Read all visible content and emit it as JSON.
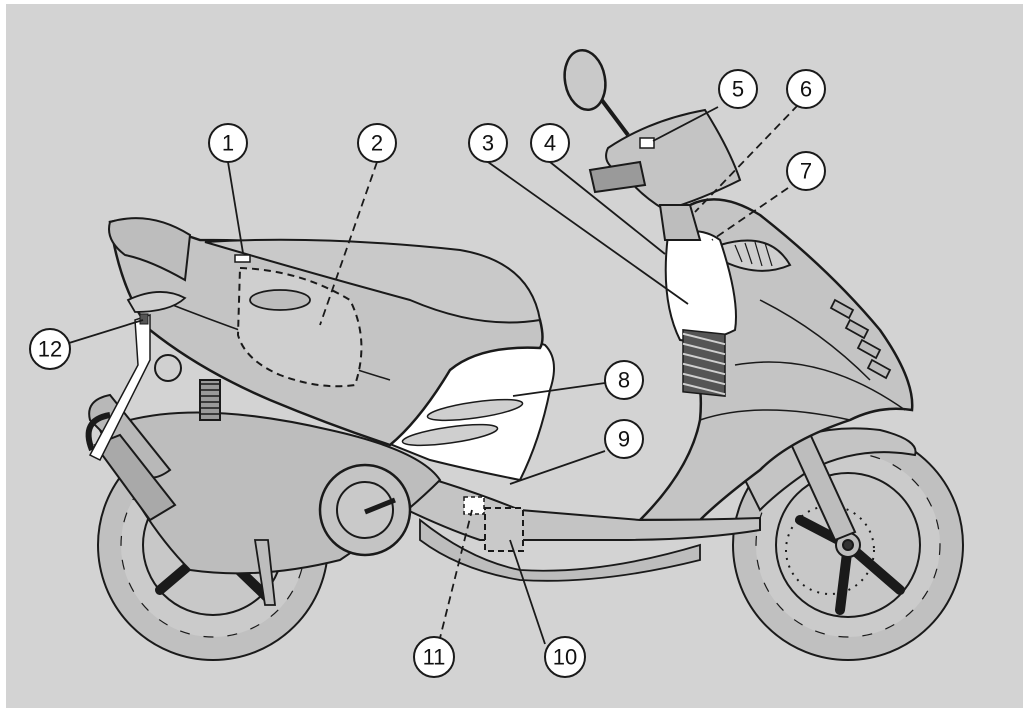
{
  "diagram": {
    "colors": {
      "background": "#d3d3d3",
      "body": "#c4c4c4",
      "body_light": "#cfcfcf",
      "panel_white": "#ffffff",
      "line": "#1a1a1a",
      "tire": "#c0c0c0"
    },
    "callouts": [
      {
        "id": "1",
        "label": "1"
      },
      {
        "id": "2",
        "label": "2"
      },
      {
        "id": "3",
        "label": "3"
      },
      {
        "id": "4",
        "label": "4"
      },
      {
        "id": "5",
        "label": "5"
      },
      {
        "id": "6",
        "label": "6"
      },
      {
        "id": "7",
        "label": "7"
      },
      {
        "id": "8",
        "label": "8"
      },
      {
        "id": "9",
        "label": "9"
      },
      {
        "id": "10",
        "label": "10"
      },
      {
        "id": "11",
        "label": "11"
      },
      {
        "id": "12",
        "label": "12"
      }
    ]
  }
}
